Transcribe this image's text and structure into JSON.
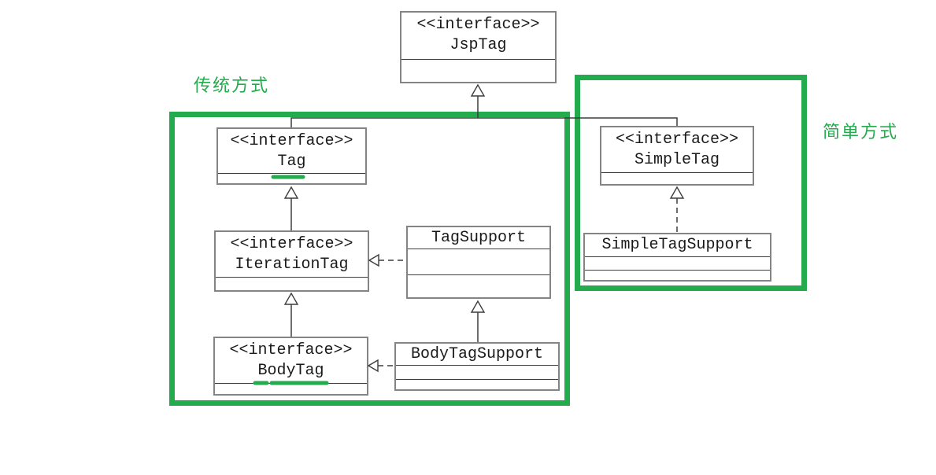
{
  "diagram": {
    "groups": {
      "traditional": {
        "label": "传统方式"
      },
      "simple": {
        "label": "简单方式"
      }
    },
    "nodes": {
      "jsptag": {
        "stereotype": "<<interface>>",
        "name": "JspTag",
        "kind": "interface"
      },
      "tag": {
        "stereotype": "<<interface>>",
        "name": "Tag",
        "kind": "interface",
        "annotation": "green-underline"
      },
      "iterationtag": {
        "stereotype": "<<interface>>",
        "name": "IterationTag",
        "kind": "interface"
      },
      "bodytag": {
        "stereotype": "<<interface>>",
        "name": "BodyTag",
        "kind": "interface",
        "annotation": "green-underline"
      },
      "tagsupport": {
        "name": "TagSupport",
        "kind": "class"
      },
      "bodytagsupport": {
        "name": "BodyTagSupport",
        "kind": "class"
      },
      "simpletag": {
        "stereotype": "<<interface>>",
        "name": "SimpleTag",
        "kind": "interface"
      },
      "simpletagsupport": {
        "name": "SimpleTagSupport",
        "kind": "class"
      }
    },
    "relations": [
      {
        "from": "Tag",
        "to": "JspTag",
        "type": "extends",
        "style": "solid-hollow-triangle"
      },
      {
        "from": "SimpleTag",
        "to": "JspTag",
        "type": "extends",
        "style": "solid-hollow-triangle"
      },
      {
        "from": "IterationTag",
        "to": "Tag",
        "type": "extends",
        "style": "solid-hollow-triangle"
      },
      {
        "from": "BodyTag",
        "to": "IterationTag",
        "type": "extends",
        "style": "solid-hollow-triangle"
      },
      {
        "from": "TagSupport",
        "to": "IterationTag",
        "type": "implements",
        "style": "dashed-hollow-triangle"
      },
      {
        "from": "BodyTagSupport",
        "to": "TagSupport",
        "type": "extends",
        "style": "solid-hollow-triangle"
      },
      {
        "from": "BodyTagSupport",
        "to": "BodyTag",
        "type": "implements",
        "style": "dashed-hollow-triangle"
      },
      {
        "from": "SimpleTagSupport",
        "to": "SimpleTag",
        "type": "implements",
        "style": "dashed-hollow-triangle"
      }
    ],
    "colors": {
      "highlight_green": "#23ab4d",
      "box_border": "#848484",
      "line": "#3d3d3d",
      "text": "#1a1a1a",
      "background": "#ffffff"
    }
  }
}
